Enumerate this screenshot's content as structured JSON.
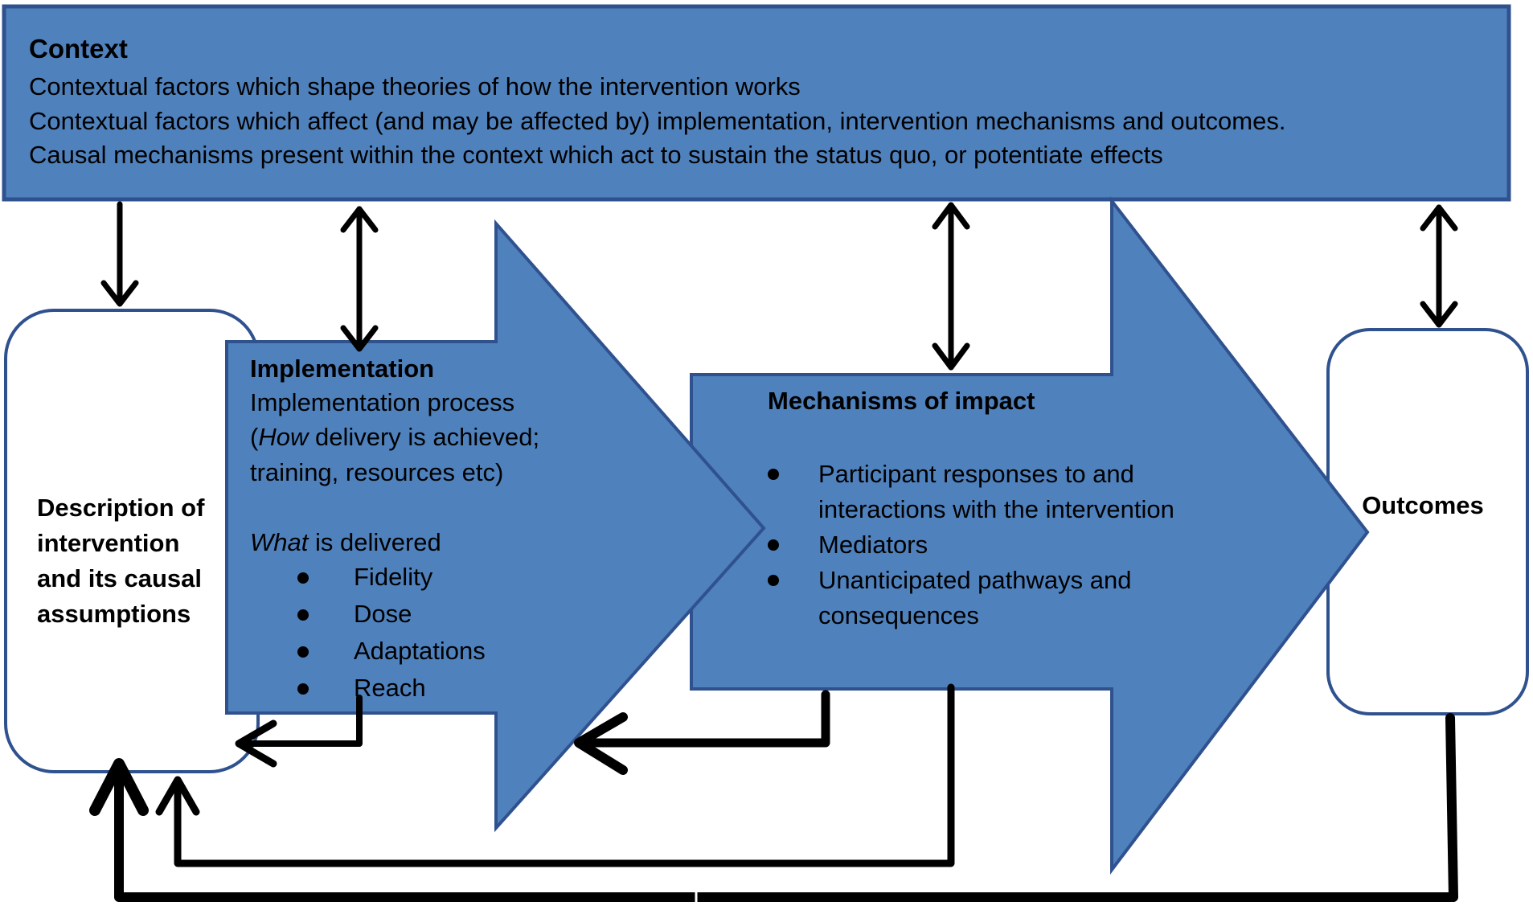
{
  "colors": {
    "fill": "#4f81bd",
    "border": "#2f528f",
    "arrow": "#000000",
    "background": "#ffffff"
  },
  "context": {
    "title": "Context",
    "lines": [
      "Contextual factors which shape theories of how the intervention works",
      "Contextual factors which affect (and may be affected by) implementation, intervention mechanisms and outcomes.",
      "Causal mechanisms present within the context which act to sustain the status quo, or potentiate effects"
    ]
  },
  "description": {
    "label": "Description of intervention and its causal assumptions"
  },
  "implementation": {
    "title": "Implementation",
    "process_line": "Implementation process",
    "how_word": "How",
    "how_rest": " delivery is achieved;",
    "training_line": "training, resources etc)",
    "what_word": "What",
    "what_rest": " is delivered",
    "items": [
      "Fidelity",
      "Dose",
      "Adaptations",
      "Reach"
    ]
  },
  "mechanisms": {
    "title": "Mechanisms of impact",
    "items": [
      "Participant responses to and interactions with the intervention",
      "Mediators",
      "Unanticipated pathways and consequences"
    ],
    "item_lines": [
      [
        "Participant responses to and",
        "interactions with the intervention"
      ],
      [
        "Mediators"
      ],
      [
        "Unanticipated pathways and",
        "consequences"
      ]
    ]
  },
  "outcomes": {
    "label": "Outcomes"
  }
}
